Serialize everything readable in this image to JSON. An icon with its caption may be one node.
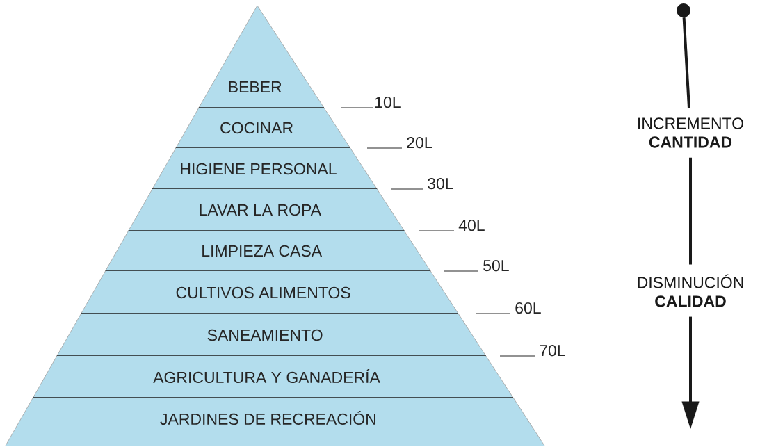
{
  "diagram": {
    "nodes": [
      {
        "text": [
          "BEBER"
        ]
      },
      {
        "text": [
          "COCINAR"
        ]
      },
      {
        "text": [
          "HIGIENE PERSONAL"
        ]
      },
      {
        "text": [
          "LAVAR LA ROPA"
        ]
      },
      {
        "text": [
          "LIMPIEZA CASA"
        ]
      },
      {
        "text": [
          "CULTIVOS ALIMENTOS"
        ]
      },
      {
        "text": [
          "SANEAMIENTO"
        ]
      },
      {
        "text": [
          "AGRICULTURA Y GANADERÍA"
        ]
      },
      {
        "text": [
          "JARDINES DE RECREACIÓN"
        ]
      },
      {
        "text": [],
        "shape": "circle"
      },
      {
        "text": [
          "INCREMENTO **CANTIDAD**"
        ]
      },
      {
        "text": [
          "DISMINUCIÓN **CALIDAD**"
        ]
      }
    ],
    "edges": [
      {
        "from": 9,
        "to": 10,
        "arrow": "none"
      },
      {
        "from": 10,
        "to": 11,
        "arrow": "none"
      },
      {
        "from": 11,
        "to": null,
        "arrow": "to"
      }
    ],
    "labels": [
      "10L",
      "20L",
      "30L",
      "40L",
      "50L",
      "60L",
      "70L"
    ]
  }
}
